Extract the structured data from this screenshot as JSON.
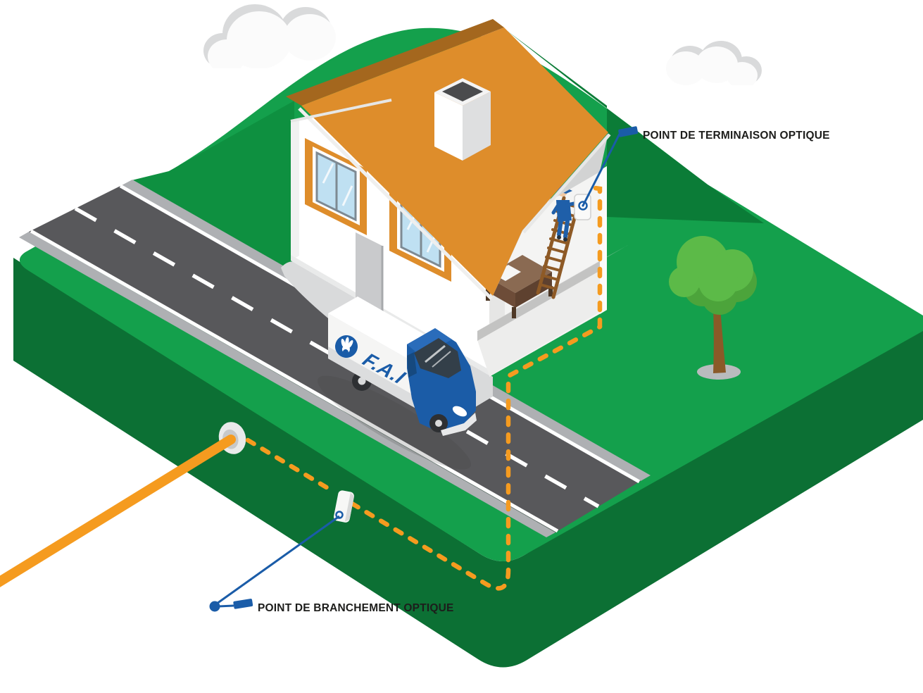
{
  "labels": {
    "termination_point": "POINT DE TERMINAISON OPTIQUE",
    "branching_point": "POINT DE BRANCHEMENT OPTIQUE"
  },
  "van": {
    "brand": "F.A.I"
  },
  "icons": {
    "fai_logo": "hand-flame-in-blue-circle",
    "termination_box": "white-wall-socket-box",
    "branching_box": "white-street-junction-box",
    "duct": "white-conduit-opening"
  },
  "colors": {
    "grass": "#14a04c",
    "grass_shade": "#0e9040",
    "grass_shadow": "#0b7c37",
    "grass_side": "#0c7034",
    "road": "#58585b",
    "curb": "#aeb0b3",
    "road_marking": "#ffffff",
    "roof": "#de8d2b",
    "roof_back": "#a4671e",
    "wall": "#ffffff",
    "shutter": "#de8d2b",
    "driveway": "#d9dadb",
    "fiber": "#f59b1f",
    "blue": "#1a5ca8",
    "label_text": "#1d1d1b",
    "tree_leaf": "#5cba48",
    "tree_leaf_dark": "#4ca43b",
    "tree_trunk": "#8a5a28"
  }
}
